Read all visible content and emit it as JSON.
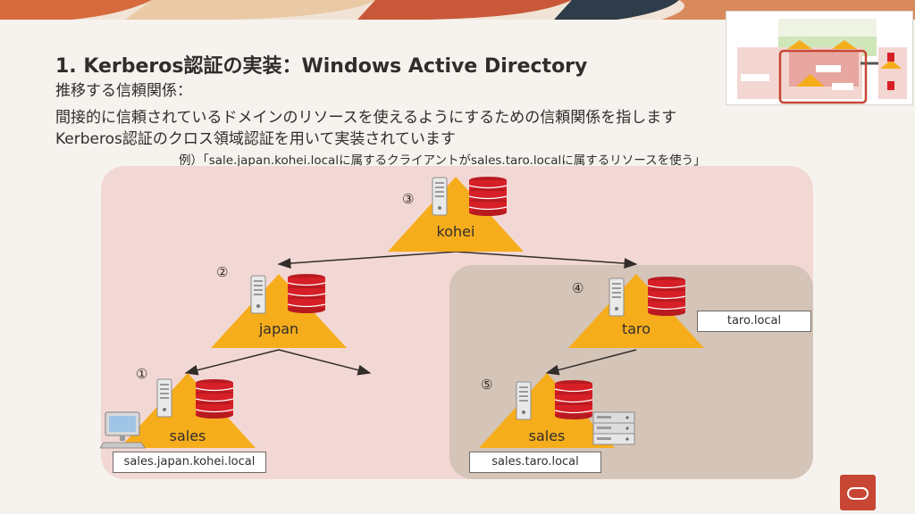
{
  "slide": {
    "title": "1. Kerberos認証の実装：Windows Active Directory",
    "subtitle": "推移する信頼関係：",
    "description_line1": "間接的に信頼されているドメインのリソースを使えるようにするための信頼関係を指します",
    "description_line2": "Kerberos認証のクロス領域認証を用いて実装されています",
    "example": "例）「sale.japan.kohei.localに属するクライアントがsales.taro.localに属するリソースを使う」"
  },
  "diagram": {
    "nodes": [
      {
        "id": "kohei",
        "label": "kohei",
        "number": "③"
      },
      {
        "id": "japan",
        "label": "japan",
        "number": "②"
      },
      {
        "id": "taro",
        "label": "taro",
        "number": "④"
      },
      {
        "id": "sales_japan",
        "label": "sales",
        "number": "①"
      },
      {
        "id": "sales_taro",
        "label": "sales",
        "number": "⑤"
      }
    ],
    "domain_boxes": {
      "sales_japan": "sales.japan.kohei.local",
      "sales_taro": "sales.taro.local",
      "taro": "taro.local"
    }
  },
  "colors": {
    "outer_region": "#f2d8d4",
    "inner_region": "#d5c4b8",
    "triangle": "#f6ad1c",
    "database": "#d61f26",
    "brand": "#c74634"
  }
}
